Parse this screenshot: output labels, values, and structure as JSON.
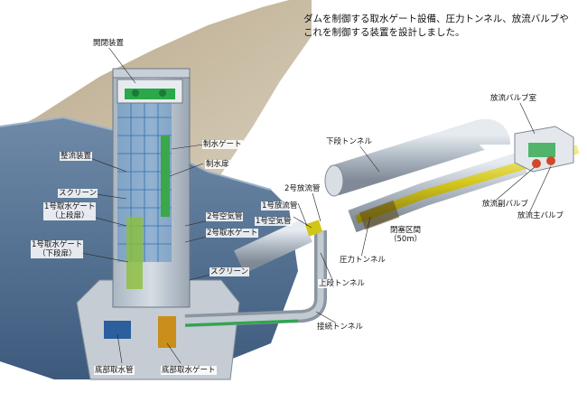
{
  "caption": {
    "line1": "ダムを制御する取水ゲート設備、圧力トンネル、放流バルブや",
    "line2": "これを制御する装置を設計しました。"
  },
  "labels": {
    "kaihei_souchi": "開閉装置",
    "seisui_gate": "制水ゲート",
    "seisui_ran": "制水扉",
    "seiryu_souchi": "整流装置",
    "screen_upper": "スクリーン",
    "intake_gate_1_upper_l1": "1号取水ゲート",
    "intake_gate_1_upper_l2": "（上段扉）",
    "intake_gate_1_lower_l1": "1号取水ゲート",
    "intake_gate_1_lower_l2": "（下段扉）",
    "air_pipe_2": "2号空気管",
    "intake_gate_2": "2号取水ゲート",
    "discharge_pipe_2": "2号放流管",
    "discharge_pipe_1": "1号放流管",
    "air_pipe_1": "1号空気管",
    "screen_lower": "スクリーン",
    "bottom_intake_pipe": "底部取水管",
    "bottom_intake_gate": "底部取水ゲート",
    "lower_tunnel": "下段トンネル",
    "discharge_valve_room": "放流バルブ室",
    "sub_valve": "放流副バルブ",
    "main_valve": "放流主バルブ",
    "closed_section_l1": "閉塞区間",
    "closed_section_l2": "（50m）",
    "pressure_tunnel": "圧力トンネル",
    "upper_tunnel": "上段トンネル",
    "connecting_tunnel": "接続トンネル"
  }
}
